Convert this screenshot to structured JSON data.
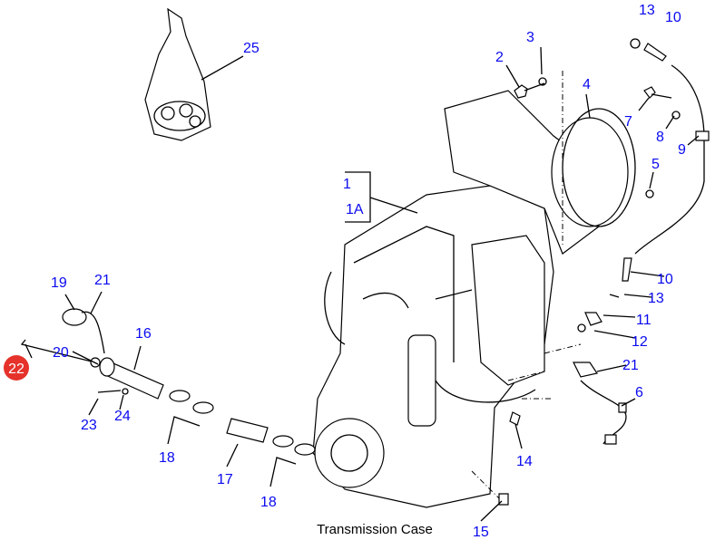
{
  "title": "Transmission Case",
  "colors": {
    "callout": "#0a0af0",
    "highlight": "#e5322b"
  },
  "callouts": [
    "13",
    "10",
    "25",
    "3",
    "2",
    "4",
    "7",
    "8",
    "9",
    "5",
    "1",
    "1A",
    "10",
    "13",
    "19",
    "21",
    "11",
    "16",
    "12",
    "22",
    "20",
    "21",
    "6",
    "23",
    "24",
    "18",
    "17",
    "14",
    "18",
    "15"
  ],
  "highlighted": "22"
}
